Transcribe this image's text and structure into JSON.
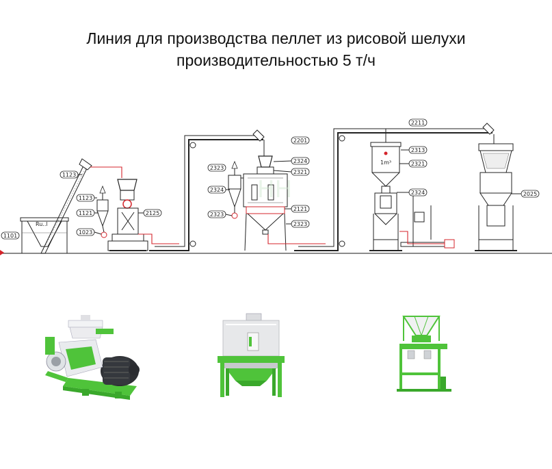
{
  "title": {
    "line1": "Линия для производства пеллет из рисовой шелухи",
    "line2": "производительностью 5 т/ч"
  },
  "callouts": [
    {
      "id": "c1101",
      "text": "1101"
    },
    {
      "id": "c1123a",
      "text": "1123"
    },
    {
      "id": "c1123b",
      "text": "1123"
    },
    {
      "id": "c1121",
      "text": "1121"
    },
    {
      "id": "c1023",
      "text": "1023"
    },
    {
      "id": "c2125",
      "text": "2125"
    },
    {
      "id": "c2323a",
      "text": "2323"
    },
    {
      "id": "c2324a",
      "text": "2324"
    },
    {
      "id": "c2324b",
      "text": "2324"
    },
    {
      "id": "c2321a",
      "text": "2321"
    },
    {
      "id": "c2201",
      "text": "2201"
    },
    {
      "id": "c2121",
      "text": "2121"
    },
    {
      "id": "c2323b",
      "text": "2323"
    },
    {
      "id": "c2323c",
      "text": "2323"
    },
    {
      "id": "c2211",
      "text": "2211"
    },
    {
      "id": "c2313",
      "text": "2313"
    },
    {
      "id": "c2321b",
      "text": "2321"
    },
    {
      "id": "c2324c",
      "text": "2324"
    },
    {
      "id": "c2025",
      "text": "2025"
    }
  ],
  "colors": {
    "machine_green": "#4fc33a",
    "pipe_red": "#d4242b",
    "line_dark": "#222222"
  },
  "photos": [
    {
      "name": "pellet-mill-photo"
    },
    {
      "name": "counterflow-cooler-photo"
    },
    {
      "name": "packing-scale-photo"
    }
  ]
}
